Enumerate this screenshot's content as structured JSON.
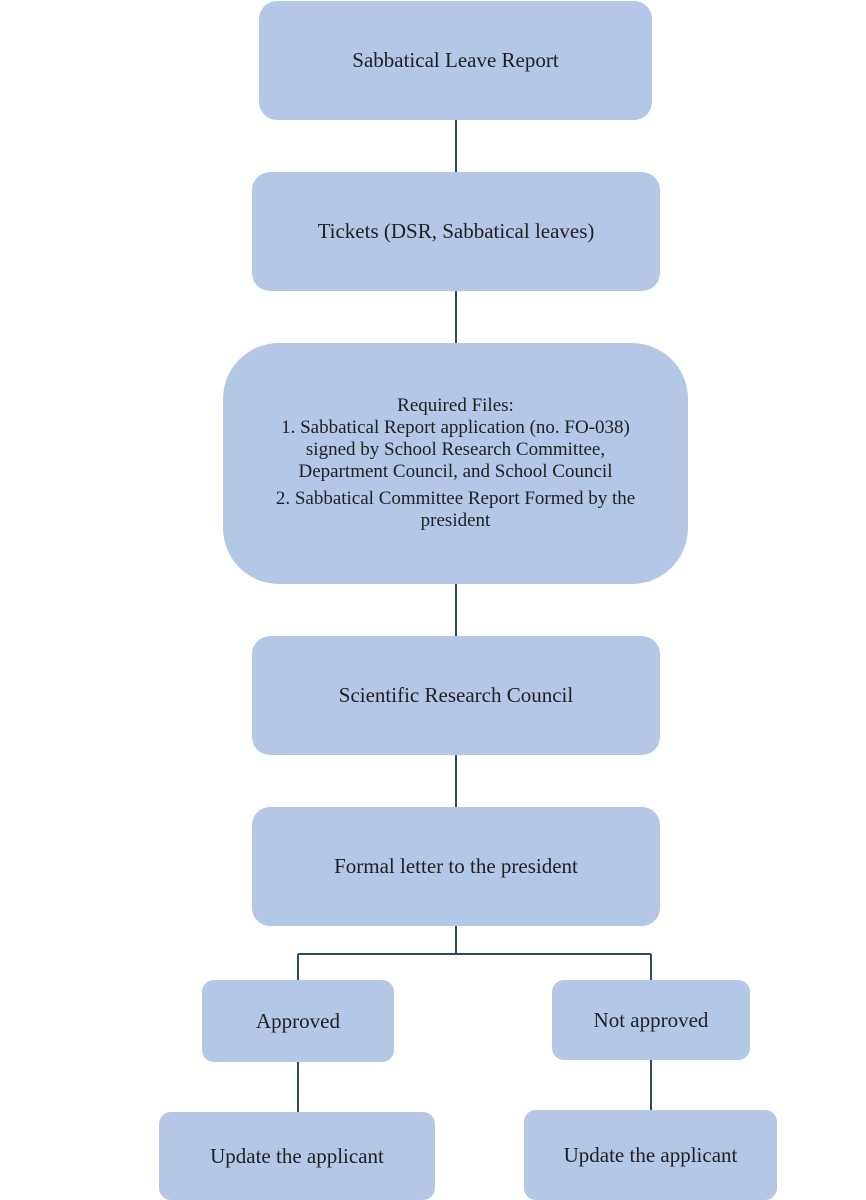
{
  "diagram": {
    "title_box": "Sabbatical Leave Report",
    "tickets_box": "Tickets (DSR, Sabbatical leaves)",
    "required_files": {
      "heading": "Required Files:",
      "item1_line1": "1. Sabbatical Report application (no. FO-038)",
      "item1_line2": "signed by School Research Committee,",
      "item1_line3": "Department Council, and School Council",
      "item2_line1": "2. Sabbatical Committee Report Formed by the",
      "item2_line2": "president"
    },
    "council_box": "Scientific Research Council",
    "letter_box": "Formal letter to the president",
    "approved_box": "Approved",
    "not_approved_box": "Not approved",
    "update_left": "Update the applicant",
    "update_right": "Update the applicant"
  },
  "colors": {
    "box_fill": "#b4c7e7",
    "connector": "#2e4a62"
  }
}
